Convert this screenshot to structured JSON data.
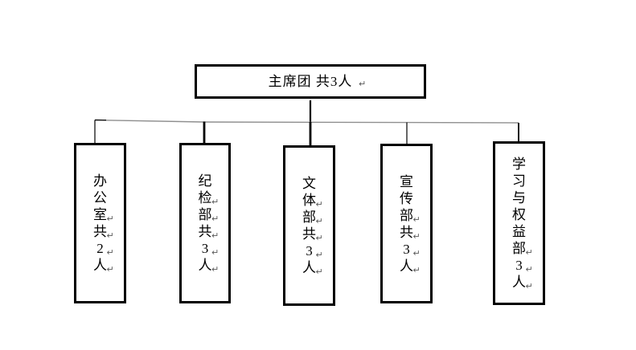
{
  "marks": {
    "line_break": "↵"
  },
  "colors": {
    "background": "#ffffff",
    "text": "#000000",
    "box_border": "#000000",
    "connector_black": "#000000",
    "connector_gray": "#8f8f8f",
    "break_mark_color": "#595959"
  },
  "org_chart": {
    "root": {
      "label": "主席团 共3人",
      "lines": [
        {
          "text": "主席团 共3人",
          "br": true
        }
      ]
    },
    "children": [
      {
        "key": "office",
        "label": "办公室共2人",
        "lines": [
          {
            "text": "办",
            "br": false
          },
          {
            "text": "公",
            "br": false
          },
          {
            "text": "室",
            "br": true
          },
          {
            "text": "共",
            "br": true
          },
          {
            "text": "2",
            "br": true
          },
          {
            "text": "人",
            "br": true
          }
        ]
      },
      {
        "key": "discipline-inspection",
        "label": "纪检部共3人",
        "lines": [
          {
            "text": "纪",
            "br": false
          },
          {
            "text": "检",
            "br": true
          },
          {
            "text": "部",
            "br": true
          },
          {
            "text": "共",
            "br": true
          },
          {
            "text": "3",
            "br": true
          },
          {
            "text": "人",
            "br": true
          }
        ]
      },
      {
        "key": "culture-sports",
        "label": "文体部共3人",
        "lines": [
          {
            "text": "文",
            "br": false
          },
          {
            "text": "体",
            "br": true
          },
          {
            "text": "部",
            "br": true
          },
          {
            "text": "共",
            "br": true
          },
          {
            "text": "3",
            "br": true
          },
          {
            "text": "人",
            "br": true
          }
        ]
      },
      {
        "key": "publicity",
        "label": "宣传部共3人",
        "lines": [
          {
            "text": "宣",
            "br": false
          },
          {
            "text": "传",
            "br": false
          },
          {
            "text": "部",
            "br": true
          },
          {
            "text": "共",
            "br": true
          },
          {
            "text": "3",
            "br": true
          },
          {
            "text": "人",
            "br": true
          }
        ]
      },
      {
        "key": "study-rights",
        "label": "学习与权益部3人",
        "lines": [
          {
            "text": "学",
            "br": false
          },
          {
            "text": "习",
            "br": false
          },
          {
            "text": "与",
            "br": false
          },
          {
            "text": "权",
            "br": false
          },
          {
            "text": "益",
            "br": false
          },
          {
            "text": "部",
            "br": true
          },
          {
            "text": "3",
            "br": true
          },
          {
            "text": "人",
            "br": true
          }
        ]
      }
    ]
  }
}
